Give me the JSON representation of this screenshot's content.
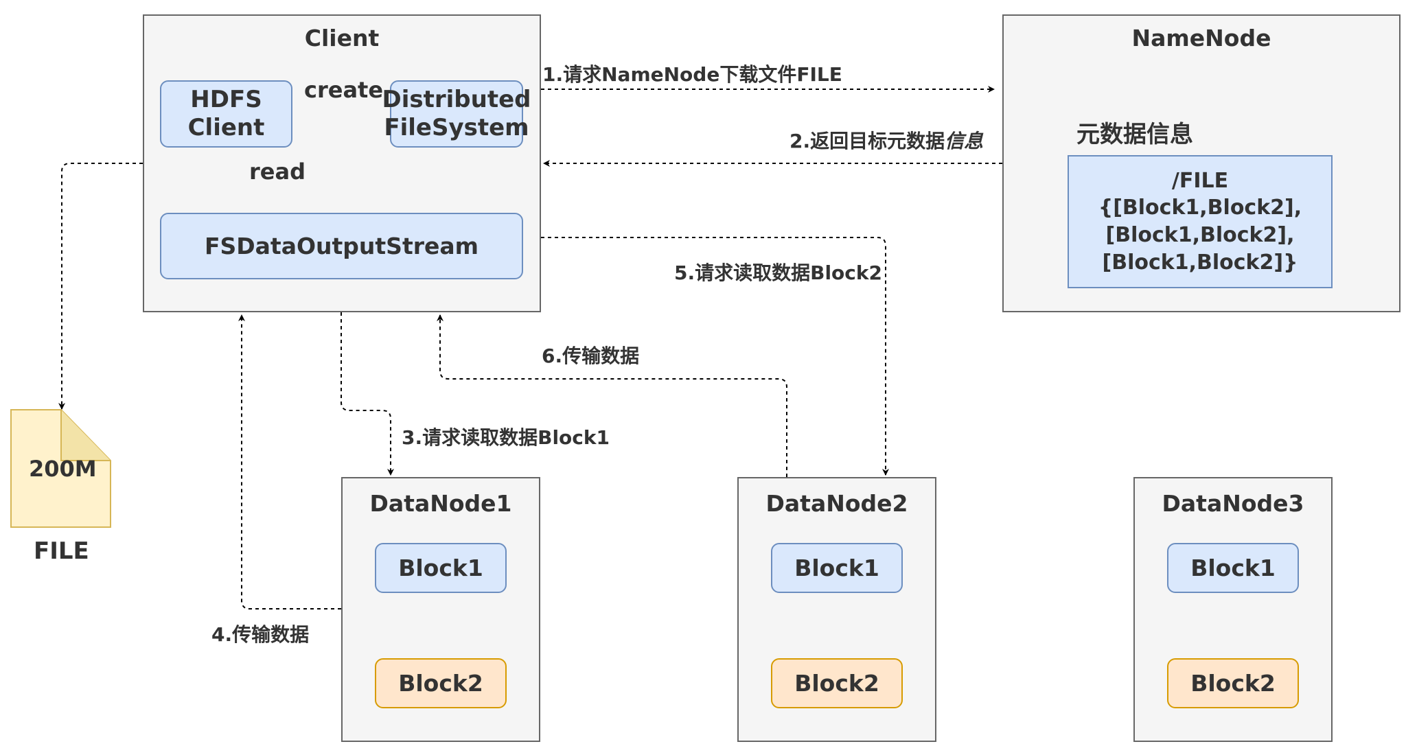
{
  "client": {
    "title": "Client",
    "hdfs_client": [
      "HDFS",
      "Client"
    ],
    "distributed_fs": [
      "Distributed",
      "FileSystem"
    ],
    "output_stream": "FSDataOutputStream",
    "create_label": "create",
    "read_label": "read"
  },
  "namenode": {
    "title": "NameNode",
    "metadata_heading": "元数据信息",
    "metadata_lines": [
      "/FILE",
      "{[Block1,Block2],",
      "[Block1,Block2],",
      "[Block1,Block2]}"
    ]
  },
  "file": {
    "size": "200M",
    "name": "FILE"
  },
  "datanodes": [
    {
      "title": "DataNode1",
      "blocks": [
        "Block1",
        "Block2"
      ]
    },
    {
      "title": "DataNode2",
      "blocks": [
        "Block1",
        "Block2"
      ]
    },
    {
      "title": "DataNode3",
      "blocks": [
        "Block1",
        "Block2"
      ]
    }
  ],
  "steps": {
    "step1_prefix": "1.请求",
    "step1_node": "NameNode",
    "step1_suffix": "下载文件",
    "step1_file": "FILE",
    "step2_prefix": "2.返回目标元数据",
    "step2_italic": "信息",
    "step3": "3.请求读取数据Block1",
    "step4": "4.传输数据",
    "step5": "5.请求读取数据Block2",
    "step6": "6.传输数据"
  },
  "colors": {
    "container_fill": "#f5f5f5",
    "container_border": "#666666",
    "blue_fill": "#dae8fc",
    "blue_border": "#6c8ebf",
    "orange_fill": "#ffe6cc",
    "orange_border": "#d79b00",
    "file_fill": "#fff2cc",
    "file_border": "#d6b656"
  }
}
